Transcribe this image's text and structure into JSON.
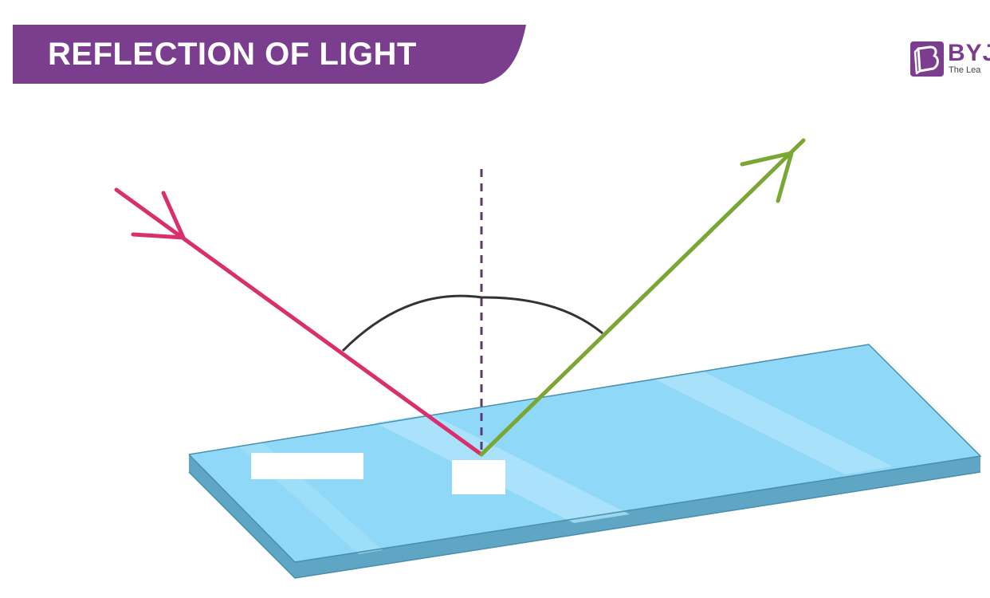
{
  "title": "REFLECTION OF LIGHT",
  "logo": {
    "name": "BYJ",
    "tagline": "The Lea"
  },
  "colors": {
    "banner": "#7b3e8e",
    "incident_ray": "#d9306d",
    "reflected_ray": "#7aa634",
    "normal": "#5b3a6e",
    "arc": "#333333",
    "mirror_top": "#8fd8f7",
    "mirror_side": "#5ea6c4",
    "mirror_edge": "#4a8faa"
  },
  "icons": {
    "logo_badge": "byjus-b-icon"
  }
}
